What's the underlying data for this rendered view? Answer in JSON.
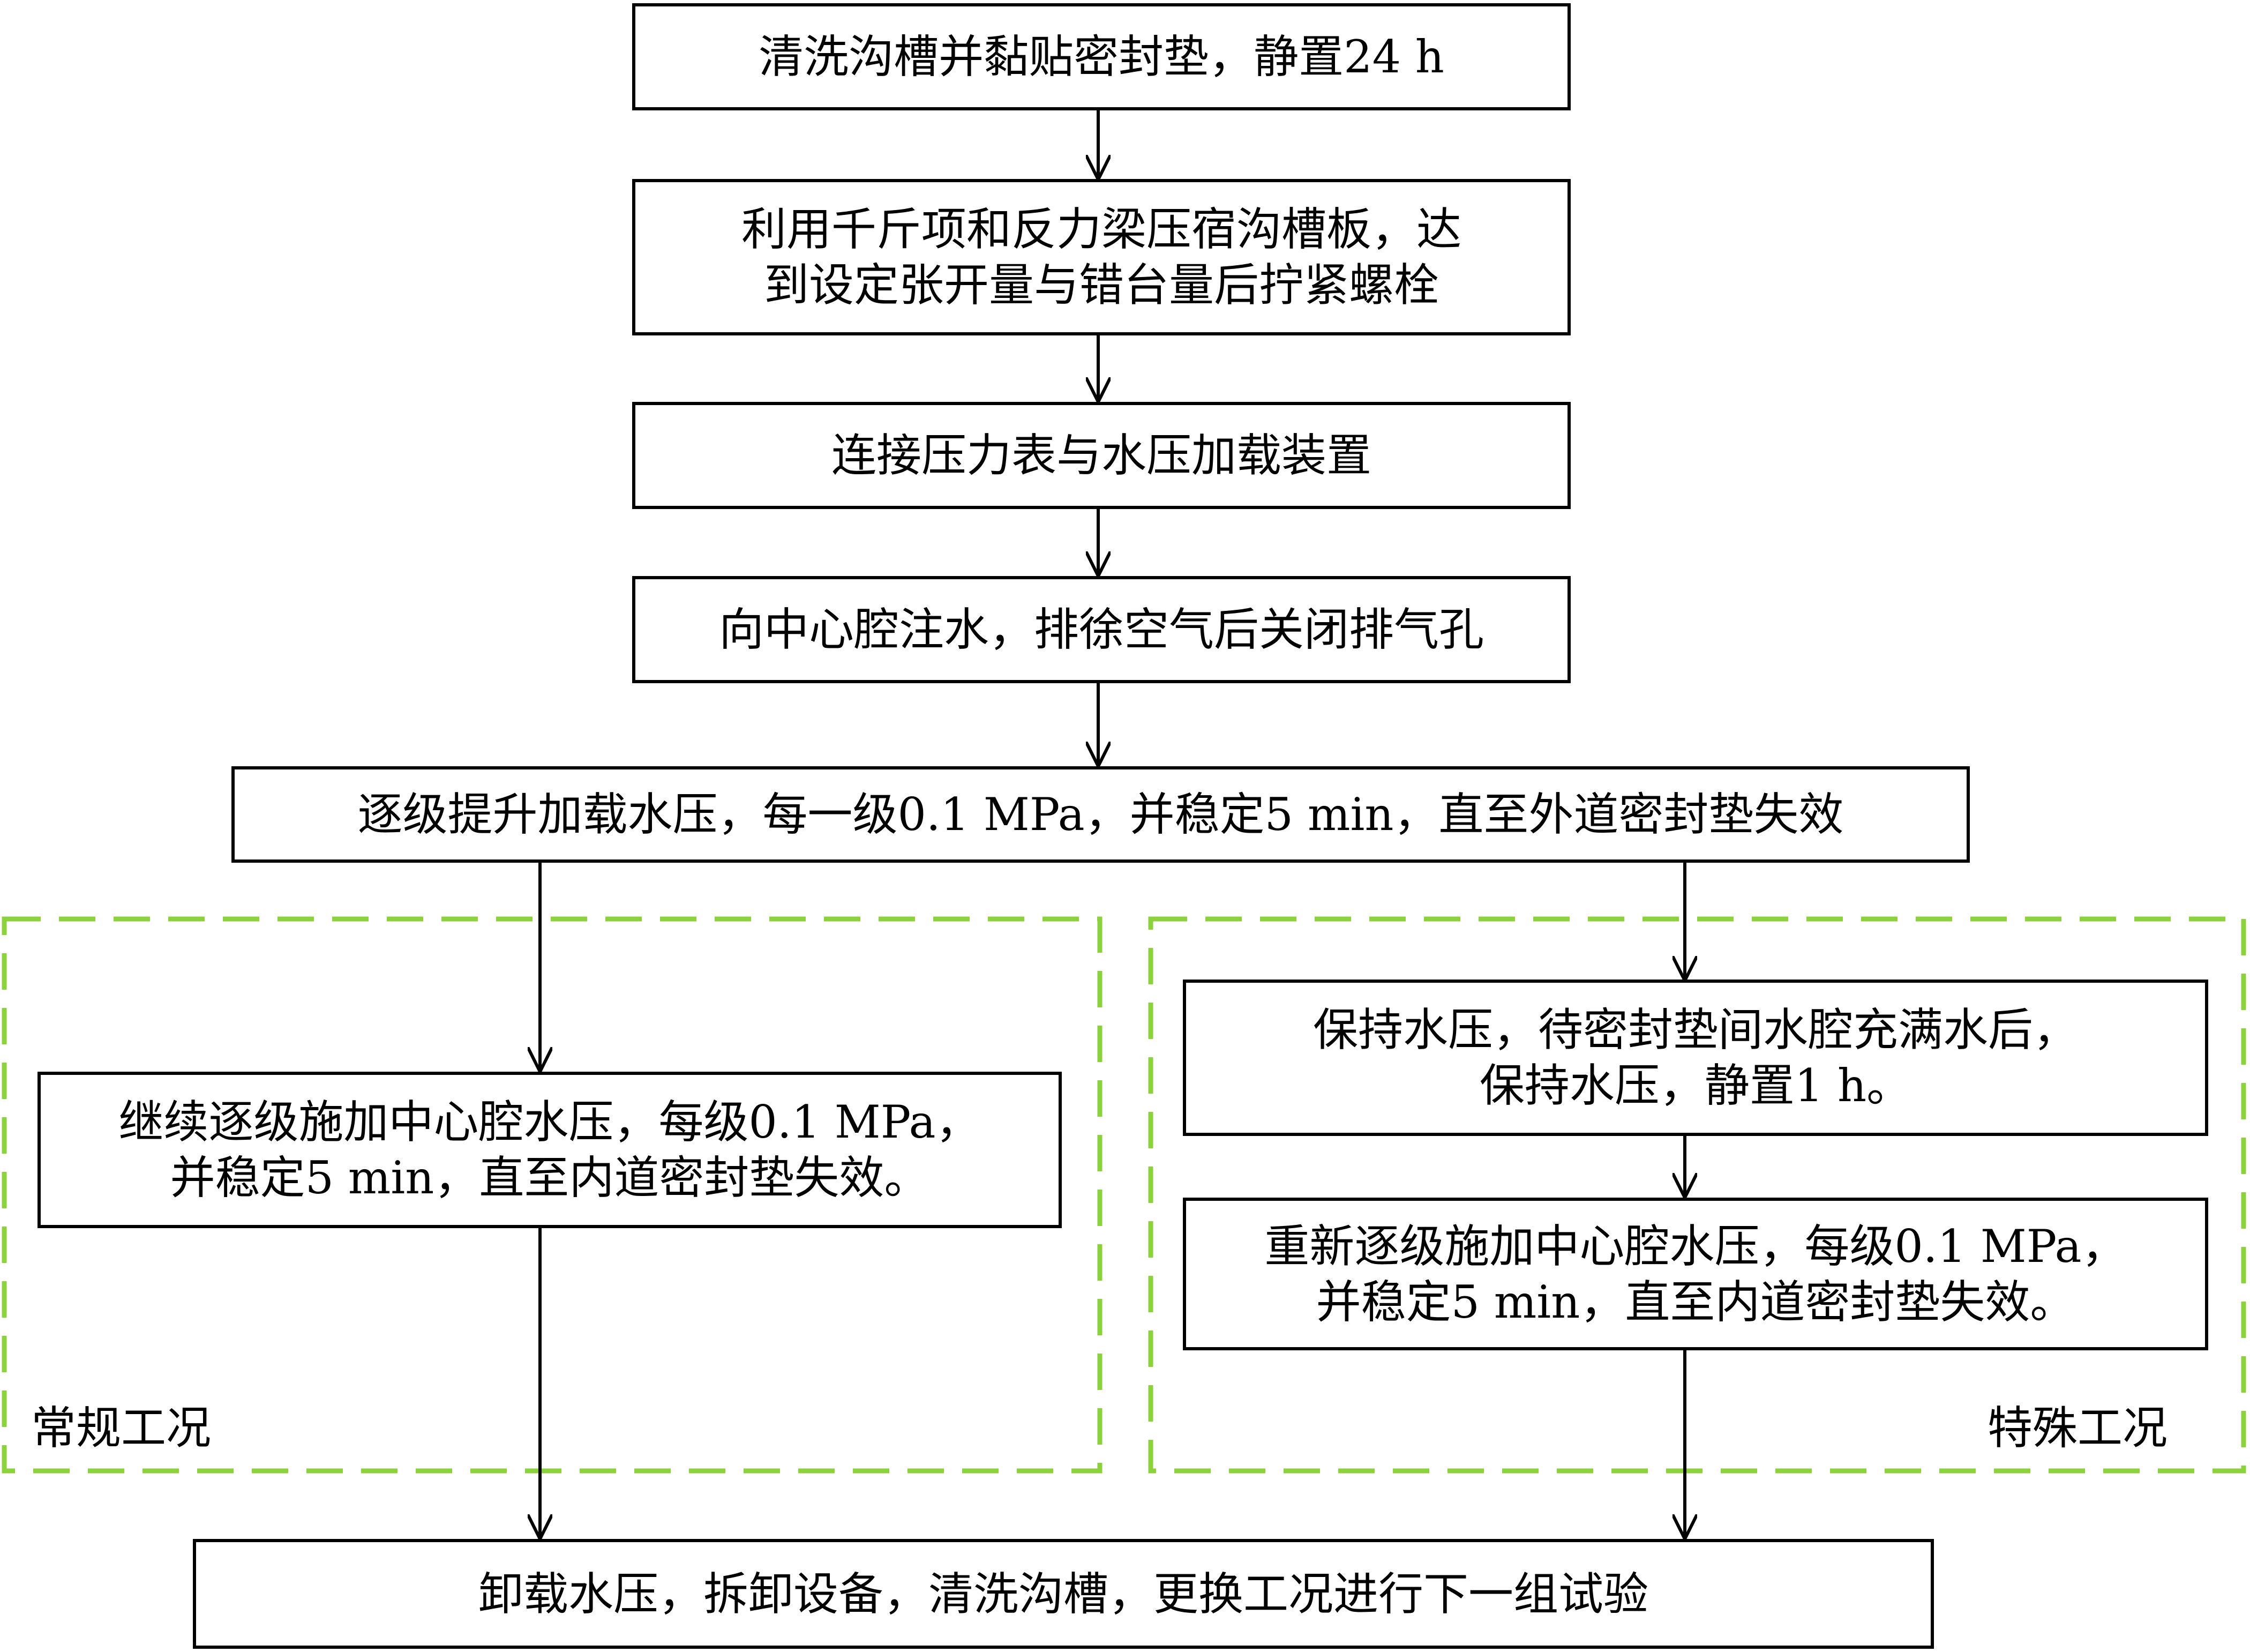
{
  "steps": {
    "s1": "清洗沟槽并黏贴密封垫，静置24 h",
    "s2": "利用千斤项和反力梁压宿沟槽板，达\n到设定张开量与错台量后拧紧螺栓",
    "s3": "连接压力表与水压加载装置",
    "s4": "向中心腔注水，排徐空气后关闭排气孔",
    "s5": "逐级提升加载水压，每一级0.1 MPa，并稳定5 min，直至外道密封垫失效",
    "left1": "继续逐级施加中心腔水压，每级0.1 MPa，\n并稳定5 min，直至内道密封垫失效。",
    "right1": "保持水压，待密封垫间水腔充满水后，\n保持水压，静置1 h。",
    "right2": "重新逐级施加中心腔水压，每级0.1 MPa，\n并稳定5 min，直至内道密封垫失效。",
    "final": "卸载水压，拆卸设备，清洗沟槽，更换工况进行下一组试验"
  },
  "regions": {
    "normal_label": "常规工况",
    "special_label": "特殊工况"
  },
  "colors": {
    "dashed_border": "#8cd23c",
    "stroke": "#000000"
  }
}
